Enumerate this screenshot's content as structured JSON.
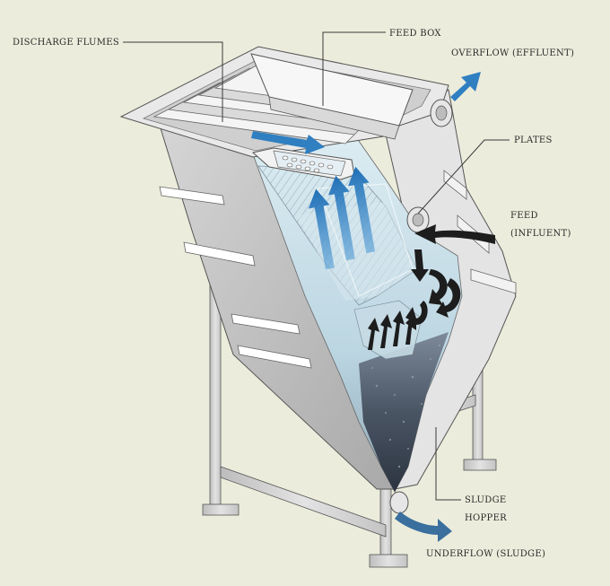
{
  "labels": {
    "discharge_flumes": "DISCHARGE FLUMES",
    "feed_box": "FEED BOX",
    "overflow": "OVERFLOW (EFFLUENT)",
    "plates": "PLATES",
    "feed_line1": "FEED",
    "feed_line2": "(INFLUENT)",
    "sludge_line1": "SLUDGE",
    "sludge_line2": "HOPPER",
    "underflow": "UNDERFLOW (SLUDGE)"
  },
  "colors": {
    "background": "#ececdc",
    "steel": "#d4d4d4",
    "water": "#cfe6ef",
    "flow_arrow": "#2f7fc1",
    "feed_arrow": "#1d1d1d",
    "sludge": "#3c4350"
  }
}
